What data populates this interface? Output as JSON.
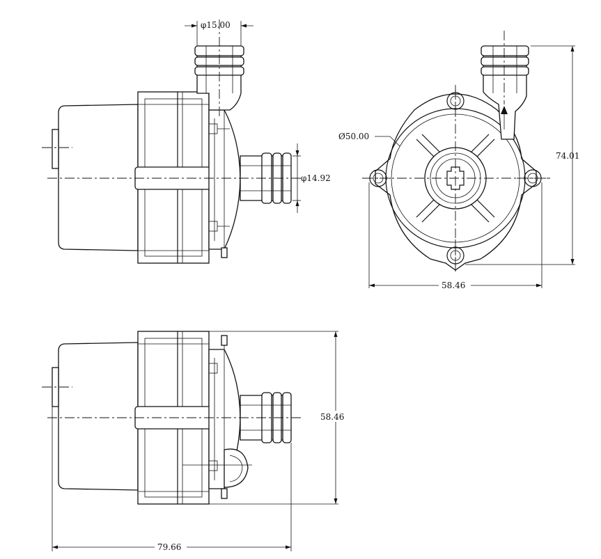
{
  "dimensions": {
    "outlet_diameter": "φ15.00",
    "inlet_diameter": "φ14.92",
    "body_diameter": "Ø50.00",
    "overall_height": "74.01",
    "overall_width": "58.46",
    "side_height": "58.46",
    "overall_length": "79.66"
  },
  "colors": {
    "line": "#111111",
    "background": "#ffffff"
  }
}
